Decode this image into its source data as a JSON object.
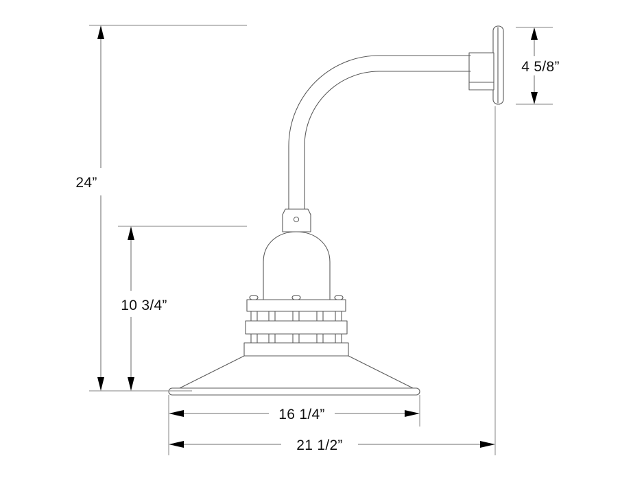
{
  "drawing": {
    "title": "Gooseneck Wall Light Fixture Dimensional Drawing",
    "units": "inches",
    "background_color": "#ffffff",
    "line_color": "#5a5a5a",
    "dimension_color": "#8a8a8a",
    "text_color": "#111111"
  },
  "dimensions": {
    "overall_height": {
      "label": "24”",
      "name": "overall-height",
      "orientation": "vertical",
      "value": 24
    },
    "fixture_drop": {
      "label": "10 3/4”",
      "name": "fixture-drop-height",
      "orientation": "vertical",
      "value": 10.75
    },
    "backplate_height": {
      "label": "4 5/8”",
      "name": "backplate-height",
      "orientation": "vertical",
      "value": 4.625
    },
    "shade_diameter": {
      "label": "16 1/4”",
      "name": "shade-diameter",
      "orientation": "horizontal",
      "value": 16.25
    },
    "overall_projection": {
      "label": "21 1/2”",
      "name": "overall-projection",
      "orientation": "horizontal",
      "value": 21.5
    }
  },
  "parts": {
    "wall_plate": "wall-mounting-plate",
    "arm_hub": "arm-wall-hub",
    "gooseneck_arm": "gooseneck-arm",
    "fitter_collar": "fitter-collar",
    "fitter_screw": "fitter-set-screw",
    "dome_hood": "dome-hood",
    "cage_guard": "cage-guard",
    "shade_cone": "shade-cone",
    "shade_rim": "shade-rolled-rim"
  }
}
